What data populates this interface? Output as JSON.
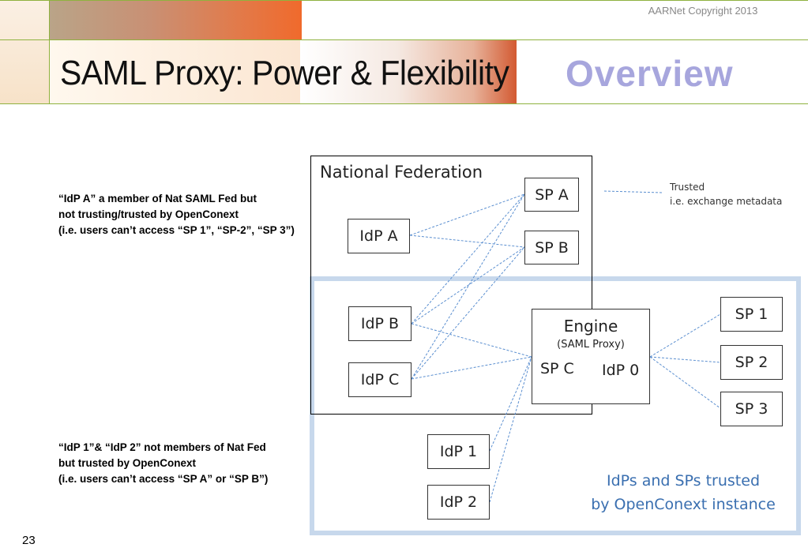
{
  "header": {
    "copyright": "AARNet Copyright 2013",
    "title": "SAML Proxy: Power & Flexibility",
    "section": "Overview"
  },
  "notes": {
    "idp_a": [
      "“IdP A” a member of Nat SAML Fed but",
      "not trusting/trusted by OpenConext",
      "(i.e. users can’t access “SP 1”, “SP-2”, “SP 3”)"
    ],
    "idp_12": [
      "“IdP 1”& “IdP 2” not members of Nat Fed",
      "but trusted by OpenConext",
      "(i.e. users can’t access “SP A” or “SP B”)"
    ]
  },
  "diagram": {
    "federation_label": "National Federation",
    "nodes": {
      "sp_a": "SP A",
      "sp_b": "SP B",
      "idp_a": "IdP A",
      "idp_b": "IdP B",
      "idp_c": "IdP C",
      "sp_1": "SP 1",
      "sp_2": "SP 2",
      "sp_3": "SP 3",
      "idp_1": "IdP 1",
      "idp_2": "IdP 2"
    },
    "engine": {
      "title": "Engine",
      "subtitle": "(SAML Proxy)",
      "sp_c": "SP C",
      "idp_0": "IdP 0"
    },
    "legend": {
      "line1": "Trusted",
      "line2": "i.e. exchange metadata"
    },
    "zone_label": {
      "line1": "IdPs and SPs trusted",
      "line2": "by OpenConext instance"
    },
    "colors": {
      "link": "#5b8fd0",
      "zone_border": "#c7d8ec",
      "zone_text": "#3a6fb0",
      "accent_overview": "#a7a6dd"
    }
  },
  "page_number": "23"
}
